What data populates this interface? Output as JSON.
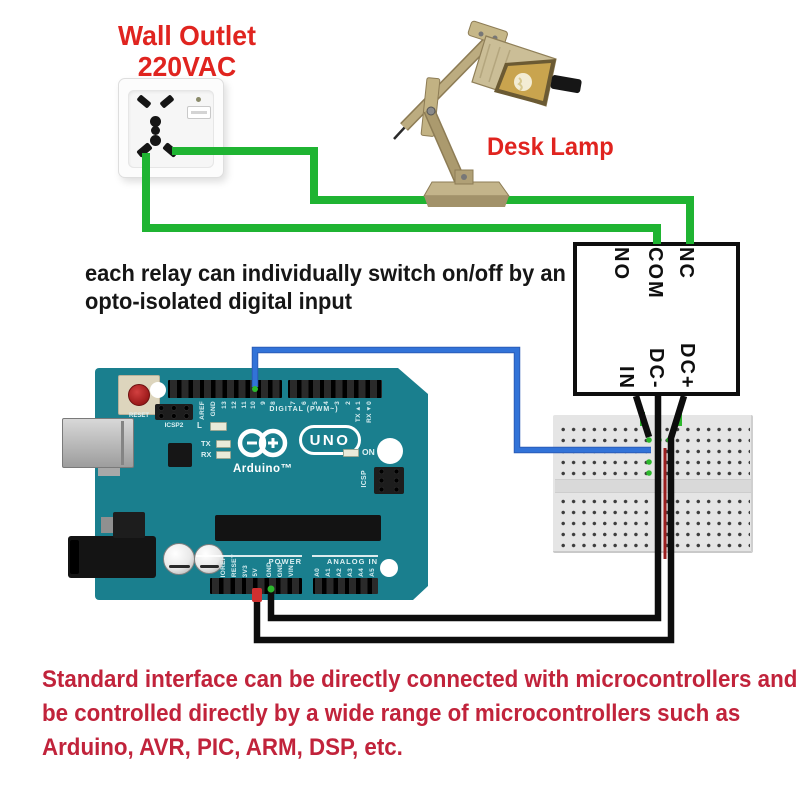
{
  "labels": {
    "wall_outlet_1": "Wall Outlet",
    "wall_outlet_2": "220VAC",
    "desk_lamp": "Desk Lamp"
  },
  "note": {
    "line1": "each relay can individually switch on/off by an",
    "line2": "opto-isolated digital input"
  },
  "footer": {
    "line1": "Standard interface can be directly connected with microcontrollers and",
    "line2": "be controlled directly by a wide range of microcontrollers such as",
    "line3": "Arduino, AVR, PIC, ARM, DSP, etc."
  },
  "relay": {
    "top_terminals": [
      "NO",
      "COM",
      "NC"
    ],
    "bottom_terminals": [
      "IN",
      "DC-",
      "DC+"
    ]
  },
  "arduino": {
    "brand": "Arduino™",
    "model": "UNO",
    "on_label": "ON",
    "reset_label": "RESET",
    "icsp2_label": "ICSP2",
    "icsp_label": "ICSP",
    "digital_section_label": "DIGITAL (PWM~)",
    "power_section_label": "POWER",
    "analog_section_label": "ANALOG IN",
    "led_labels": [
      "L",
      "TX",
      "RX"
    ],
    "digital_pins_left": [
      "AREF",
      "GND",
      "13",
      "12",
      "11",
      "10",
      "9",
      "8"
    ],
    "digital_pins_right": [
      "7",
      "6",
      "5",
      "4",
      "3",
      "2",
      "TX▸1",
      "RX◂0"
    ],
    "power_pins": [
      "IOREF",
      "RESET",
      "3V3",
      "5V",
      "GND",
      "GND",
      "VIN"
    ],
    "analog_pins": [
      "A0",
      "A1",
      "A2",
      "A3",
      "A4",
      "A5"
    ]
  },
  "colors": {
    "title_red": "#e0241f",
    "footer_red": "#c1233b",
    "wire_green": "#1fb432",
    "wire_blue": "#3273d8",
    "wire_black": "#0d0d0d",
    "wire_red": "#9b1f1f",
    "board_teal": "#1a7f8e",
    "breadboard_hole_green": "#2db82d"
  }
}
